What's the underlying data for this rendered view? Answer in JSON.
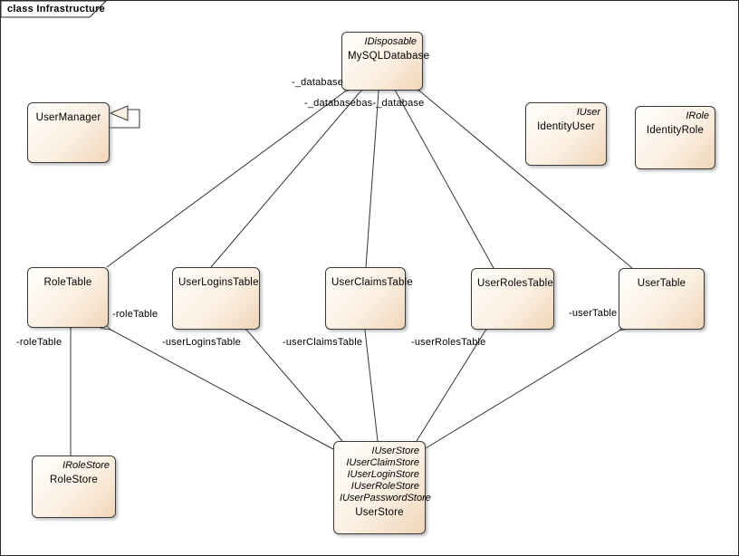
{
  "frame": {
    "title": "class Infrastructure"
  },
  "colors": {
    "node_fill_light": "#fffefc",
    "node_fill_dark": "#f0d5b8",
    "node_border": "#3a3a3a",
    "connector": "#333333",
    "frame_border": "#2b2b2b"
  },
  "nodes": {
    "user_manager": {
      "name": "UserManager"
    },
    "mysql_database": {
      "name": "MySQLDatabase",
      "stereotypes": [
        "IDisposable"
      ]
    },
    "identity_user": {
      "name": "IdentityUser",
      "stereotypes": [
        "IUser"
      ]
    },
    "identity_role": {
      "name": "IdentityRole",
      "stereotypes": [
        "IRole"
      ]
    },
    "role_table": {
      "name": "RoleTable"
    },
    "user_logins_table": {
      "name": "UserLoginsTable"
    },
    "user_claims_table": {
      "name": "UserClaimsTable"
    },
    "user_roles_table": {
      "name": "UserRolesTable"
    },
    "user_table": {
      "name": "UserTable"
    },
    "role_store": {
      "name": "RoleStore",
      "stereotypes": [
        "IRoleStore"
      ]
    },
    "user_store": {
      "name": "UserStore",
      "stereotypes": [
        "IUserStore",
        "IUserClaimStore",
        "IUserLoginStore",
        "IUserRoleStore",
        "IUserPasswordStore"
      ]
    }
  },
  "edge_labels": {
    "database_left": "-_database",
    "database_bottom": "-_databasebas-_database",
    "role_table_right": "-roleTable",
    "role_table_left": "-roleTable",
    "user_logins_table": "-userLoginsTable",
    "user_claims_table": "-userClaimsTable",
    "user_roles_table": "-userRolesTable",
    "user_table": "-userTable"
  }
}
